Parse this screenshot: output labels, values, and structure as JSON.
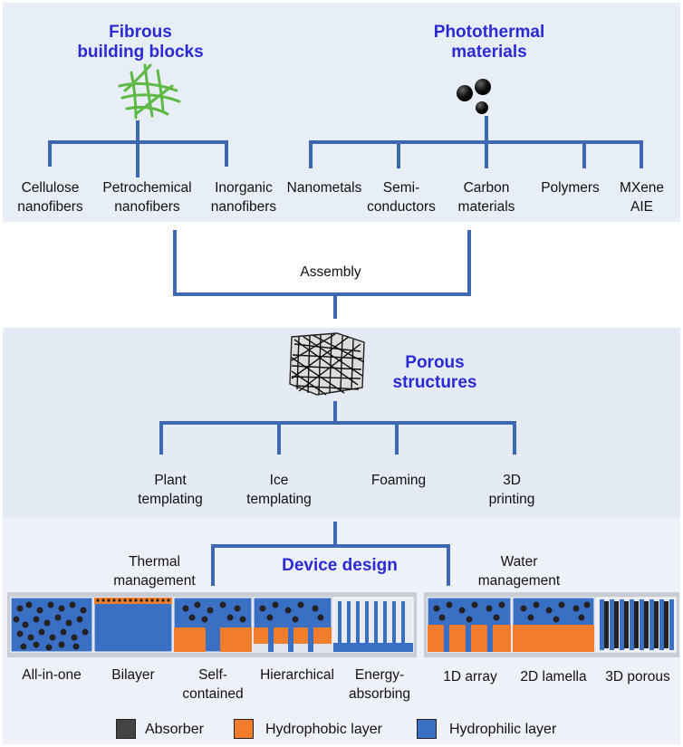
{
  "fibrous": {
    "title": [
      "Fibrous",
      "building blocks"
    ],
    "items": [
      [
        "Cellulose",
        "nanofibers"
      ],
      [
        "Petrochemical",
        "nanofibers"
      ],
      [
        "Inorganic",
        "nanofibers"
      ]
    ]
  },
  "photothermal": {
    "title": [
      "Photothermal",
      "materials"
    ],
    "items": [
      [
        "Nanometals"
      ],
      [
        "Semi-",
        "conductors"
      ],
      [
        "Carbon",
        "materials"
      ],
      [
        "Polymers"
      ],
      [
        "MXene",
        "AIE"
      ]
    ]
  },
  "assembly": "Assembly",
  "porous": {
    "title": [
      "Porous",
      "structures"
    ],
    "methods": [
      [
        "Plant",
        "templating"
      ],
      [
        "Ice",
        "templating"
      ],
      [
        "Foaming"
      ],
      [
        "3D",
        "printing"
      ]
    ]
  },
  "device": {
    "title": "Device design",
    "thermal": [
      "Thermal",
      "management"
    ],
    "water": [
      "Water",
      "management"
    ],
    "thermal_designs": [
      [
        "All-in-one"
      ],
      [
        "Bilayer"
      ],
      [
        "Self-",
        "contained"
      ],
      [
        "Hierarchical"
      ],
      [
        "Energy-",
        "absorbing"
      ]
    ],
    "water_designs": [
      [
        "1D array"
      ],
      [
        "2D lamella"
      ],
      [
        "3D porous"
      ]
    ]
  },
  "legend": [
    {
      "label": "Absorber",
      "color": "#444444"
    },
    {
      "label": "Hydrophobic layer",
      "color": "#f07c2c"
    },
    {
      "label": "Hydrophilic layer",
      "color": "#3a6fc4"
    }
  ],
  "colors": {
    "band": "#e8eef6",
    "band_dark": "#dce5ef",
    "line": "#3f68b3",
    "title": "#2b2bd6",
    "orange": "#f07c2c",
    "blue": "#3a6fc4"
  }
}
